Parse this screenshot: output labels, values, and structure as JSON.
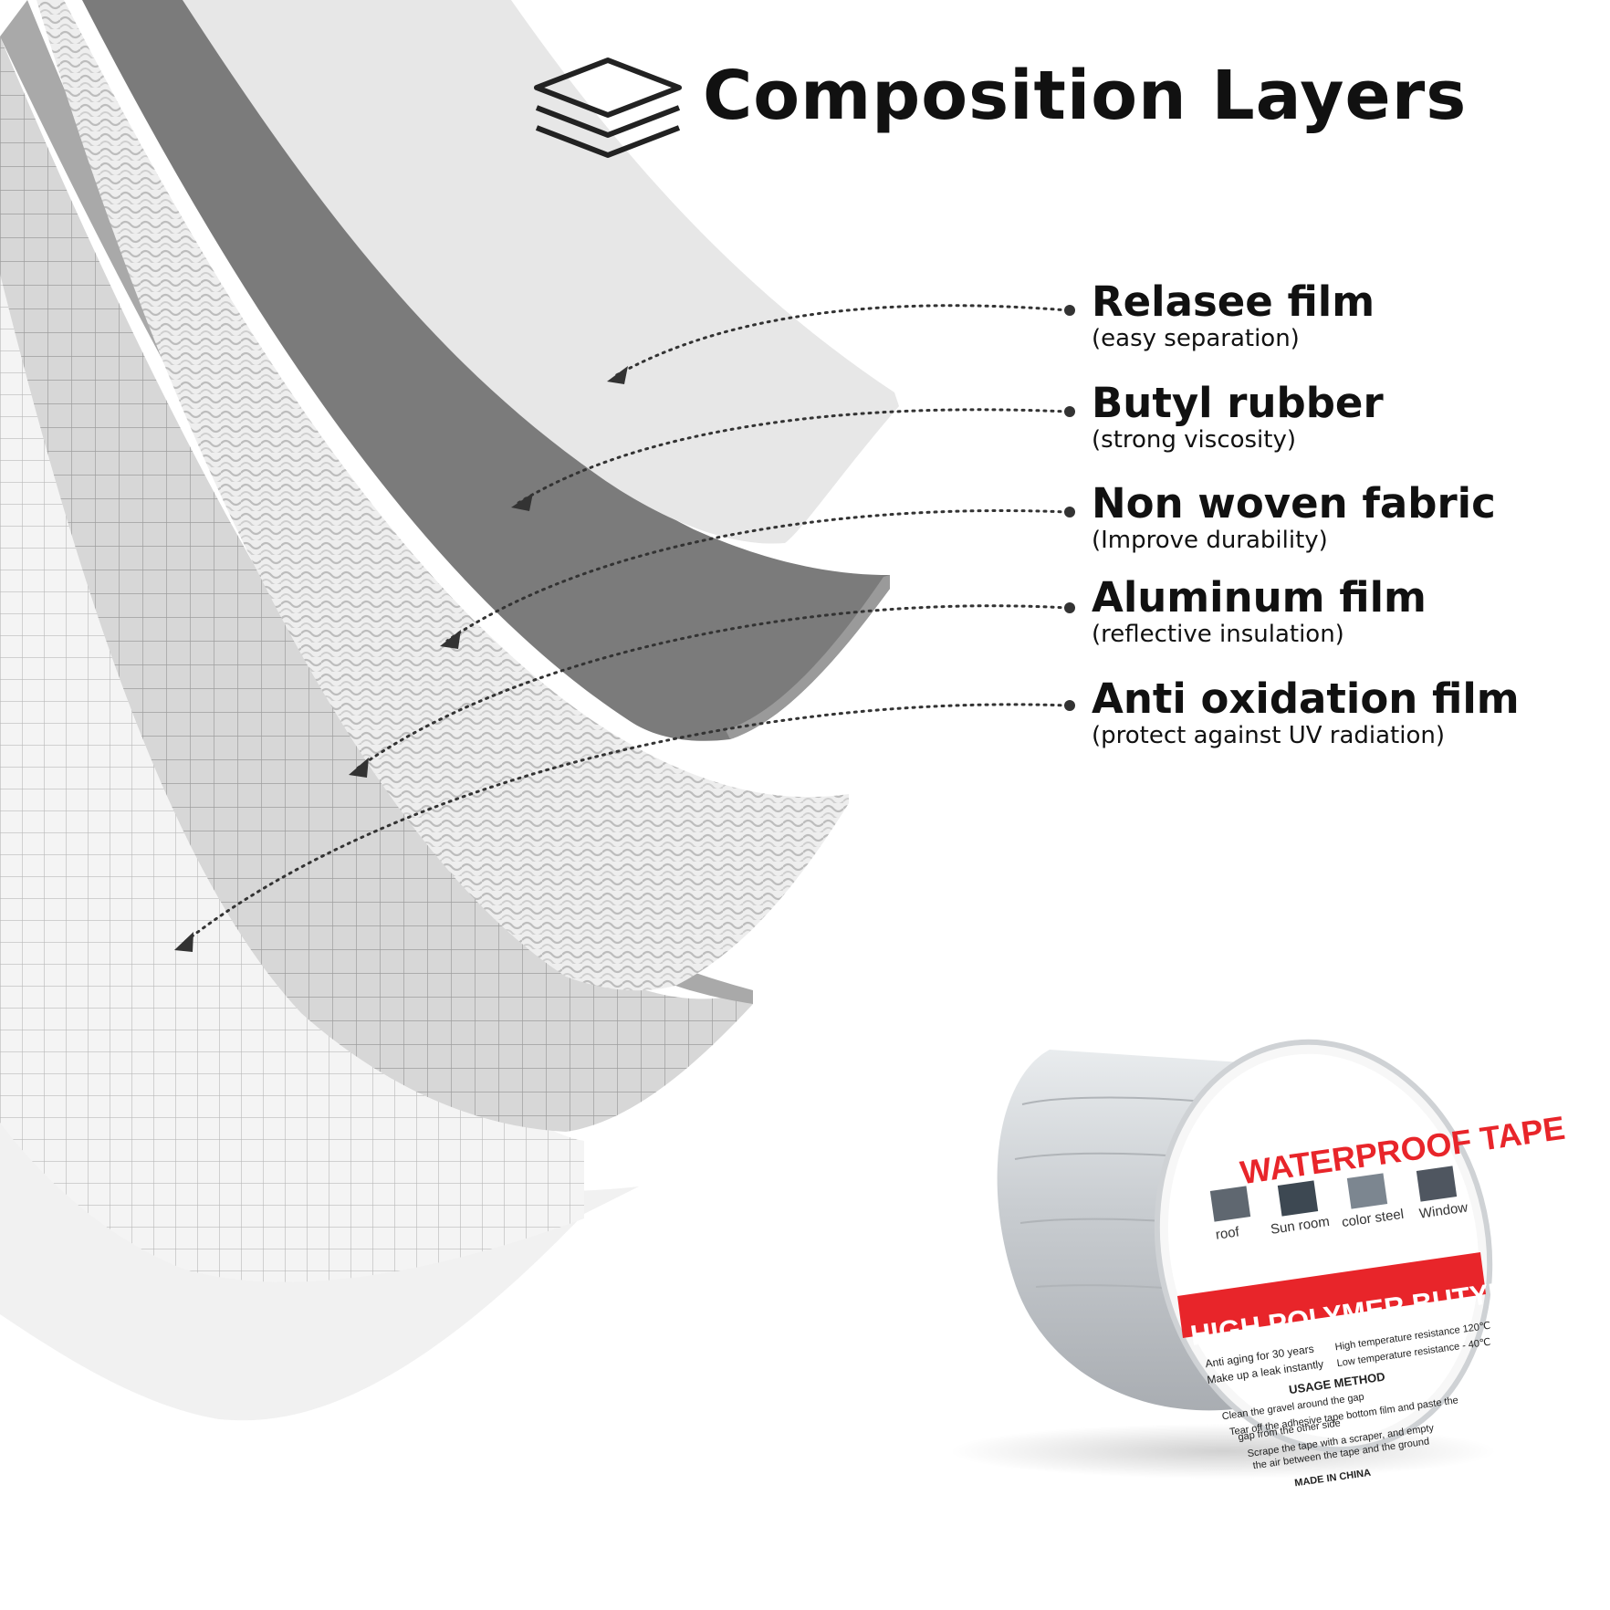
{
  "header": {
    "title": "Composition Layers",
    "icon": "stacked-layers-icon"
  },
  "layers": [
    {
      "name": "Relasee film",
      "description": "(easy separation)"
    },
    {
      "name": "Butyl rubber",
      "description": "(strong viscosity)"
    },
    {
      "name": "Non woven fabric",
      "description": "(Improve durability)"
    },
    {
      "name": "Aluminum film",
      "description": "(reflective insulation)"
    },
    {
      "name": "Anti oxidation film",
      "description": "(protect against UV radiation)"
    }
  ],
  "product": {
    "brand_title": "WATERPROOF TAPE",
    "applications": [
      "roof",
      "Sun room",
      "color steel",
      "Window"
    ],
    "banner": "HIGH POLYMER BUTYL RUBBER",
    "features_left": [
      "Anti aging for 30 years",
      "Make up a leak instantly"
    ],
    "features_right": [
      "High temperature resistance 120℃",
      "Low temperature resistance - 40℃"
    ],
    "usage_title": "USAGE METHOD",
    "usage_steps": [
      "Clean the gravel around the gap",
      "Tear off the adhesive tape bottom film and paste the",
      "gap from the other side",
      "Scrape the tape with a scraper, and empty",
      "the air between the tape and the ground"
    ],
    "origin": "MADE IN CHINA"
  },
  "colors": {
    "release_film": "#e6e6e6",
    "butyl_rubber": "#7a7a7a",
    "fabric": "#ececec",
    "aluminum": "#c4c4c4",
    "anti_oxidation": "#f0f0f0",
    "brand_red": "#e8252a"
  }
}
